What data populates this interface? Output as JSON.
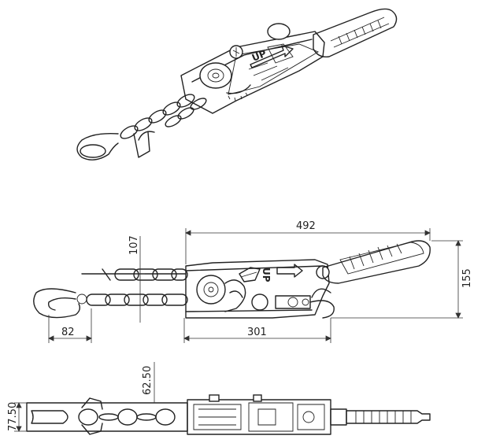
{
  "dimensions": {
    "overall_length": "492",
    "housing_to_hook": "301",
    "hook_offset": "82",
    "height": "155",
    "chain_gap": "107",
    "top_view_offset": "62.50",
    "width": "77.50"
  },
  "labels": {
    "iso_up": "UP",
    "side_up": "UP"
  }
}
